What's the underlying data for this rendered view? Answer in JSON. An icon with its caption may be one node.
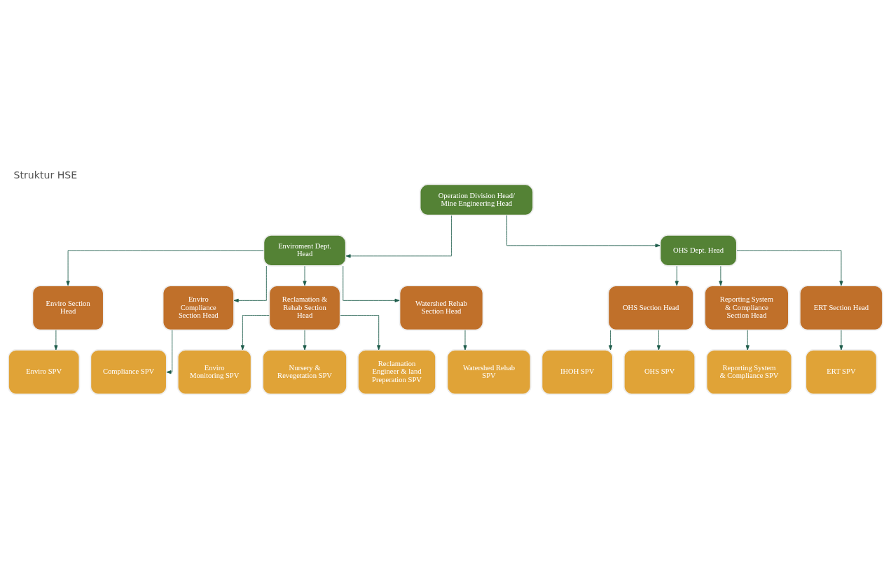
{
  "diagram": {
    "title": "Struktur HSE",
    "nodes": [
      {
        "text": [
          "Operation Division Head/ Mine Engineering Head"
        ]
      },
      {
        "text": [
          "Enviroment Dept. Head"
        ]
      },
      {
        "text": [
          "OHS Dept. Head"
        ]
      },
      {
        "text": [
          "Enviro Section Head"
        ]
      },
      {
        "text": [
          "Enviro Compliance Section Head"
        ]
      },
      {
        "text": [
          "Reclamation & Rehab Section Head"
        ]
      },
      {
        "text": [
          "Watershed Rehab Section Head"
        ]
      },
      {
        "text": [
          "OHS Section Head"
        ]
      },
      {
        "text": [
          "Reporting System & Compliance Section Head"
        ]
      },
      {
        "text": [
          "ERT Section Head"
        ]
      },
      {
        "text": [
          "Enviro SPV"
        ]
      },
      {
        "text": [
          "Compliance SPV"
        ]
      },
      {
        "text": [
          "Enviro Monitoring SPV"
        ]
      },
      {
        "text": [
          "Watershed Rehab SPV"
        ]
      },
      {
        "text": [
          "IHOH SPV"
        ]
      },
      {
        "text": [
          "Reporting System & Compliance SPV"
        ]
      },
      {
        "text": [
          "ERT SPV"
        ]
      },
      {
        "text": [
          "Nursery & Revegetation SPV"
        ]
      },
      {
        "text": [
          "OHS SPV"
        ]
      },
      {
        "text": [
          "Reclamation Engineer & land Preperation SPV"
        ]
      }
    ],
    "edges": [
      {
        "from": 0,
        "to": 1,
        "arrow": "to"
      },
      {
        "from": 0,
        "to": 2,
        "arrow": "to"
      },
      {
        "from": 1,
        "to": 3,
        "arrow": "to"
      },
      {
        "from": 1,
        "to": 4,
        "arrow": "to"
      },
      {
        "from": 1,
        "to": 5,
        "arrow": "to"
      },
      {
        "from": 1,
        "to": 6,
        "arrow": "to"
      },
      {
        "from": 2,
        "to": 7,
        "arrow": "to"
      },
      {
        "from": 2,
        "to": 8,
        "arrow": "to"
      },
      {
        "from": 2,
        "to": 9,
        "arrow": "to"
      },
      {
        "from": 3,
        "to": 10,
        "arrow": "to"
      },
      {
        "from": 4,
        "to": 11,
        "arrow": "to"
      },
      {
        "from": 5,
        "to": 12,
        "arrow": "to"
      },
      {
        "from": 5,
        "to": 17,
        "arrow": "to"
      },
      {
        "from": 5,
        "to": 19,
        "arrow": "to"
      },
      {
        "from": 6,
        "to": 13,
        "arrow": "to"
      },
      {
        "from": 7,
        "to": 14,
        "arrow": "to"
      },
      {
        "from": 7,
        "to": 18,
        "arrow": "to"
      },
      {
        "from": 8,
        "to": 15,
        "arrow": "to"
      },
      {
        "from": 9,
        "to": 16,
        "arrow": "to"
      }
    ]
  }
}
